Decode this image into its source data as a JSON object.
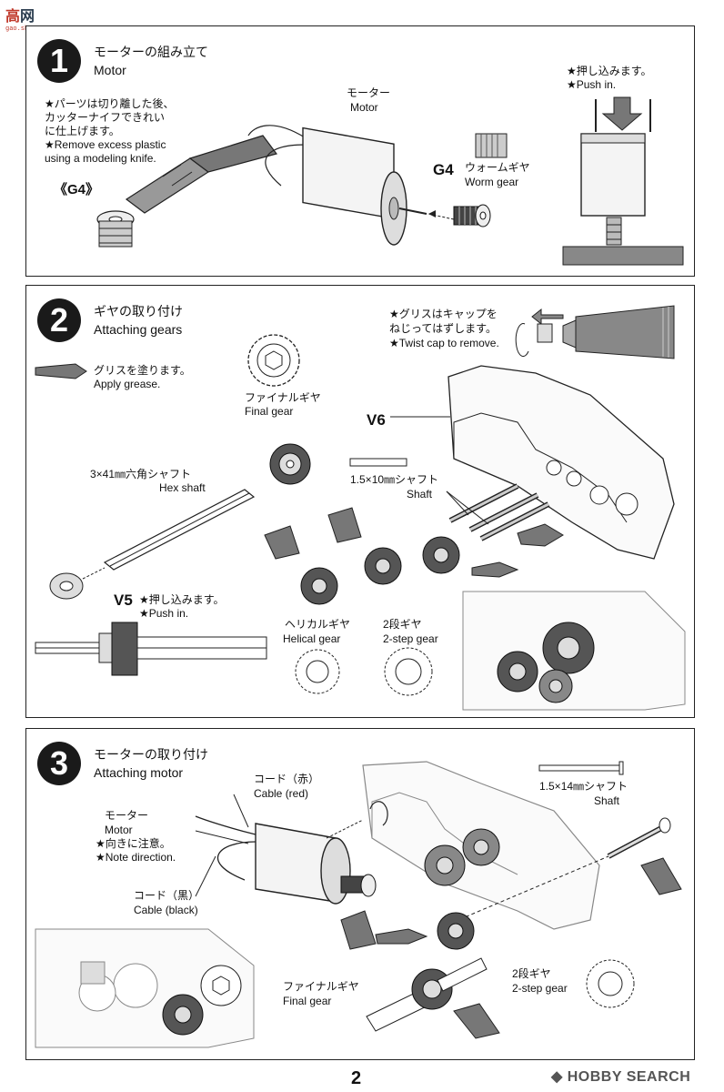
{
  "watermark_top": {
    "mark": "高",
    "mark2": "网",
    "url": "gao.shou.com"
  },
  "page_number": "2",
  "watermark_bottom": "HOBBY SEARCH",
  "step1": {
    "number": "1",
    "title_ja": "モーターの組み立て",
    "title_en": "Motor",
    "note_ja1": "★パーツは切り離した後、",
    "note_ja2": "カッターナイフできれい",
    "note_ja3": "に仕上げます。",
    "note_en1": "★Remove excess plastic",
    "note_en2": "using a modeling knife.",
    "part_g4_bracket": "《G4》",
    "motor_ja": "モーター",
    "motor_en": "Motor",
    "g4_code": "G4",
    "worm_ja": "ウォームギヤ",
    "worm_en": "Worm gear",
    "push_ja": "★押し込みます。",
    "push_en": "★Push in."
  },
  "step2": {
    "number": "2",
    "title_ja": "ギヤの取り付け",
    "title_en": "Attaching gears",
    "grease_ja": "グリスを塗ります。",
    "grease_en": "Apply grease.",
    "cap_ja1": "★グリスはキャップを",
    "cap_ja2": "ねじってはずします。",
    "cap_en": "★Twist cap to remove.",
    "final_ja": "ファイナルギヤ",
    "final_en": "Final gear",
    "v6": "V6",
    "hex_ja": "3×41㎜六角シャフト",
    "hex_en": "Hex shaft",
    "shaft_ja": "1.5×10㎜シャフト",
    "shaft_en": "Shaft",
    "v5": "V5",
    "push_ja": "★押し込みます。",
    "push_en": "★Push in.",
    "helical_ja": "ヘリカルギヤ",
    "helical_en": "Helical gear",
    "twostep_ja": "2段ギヤ",
    "twostep_en": "2-step gear"
  },
  "step3": {
    "number": "3",
    "title_ja": "モーターの取り付け",
    "title_en": "Attaching motor",
    "red_ja": "コード（赤）",
    "red_en": "Cable (red)",
    "motor_ja": "モーター",
    "motor_en": "Motor",
    "dir_ja": "★向きに注意。",
    "dir_en": "★Note direction.",
    "black_ja": "コード（黒）",
    "black_en": "Cable (black)",
    "shaft_ja": "1.5×14㎜シャフト",
    "shaft_en": "Shaft",
    "final_ja": "ファイナルギヤ",
    "final_en": "Final gear",
    "twostep_ja": "2段ギヤ",
    "twostep_en": "2-step gear"
  }
}
